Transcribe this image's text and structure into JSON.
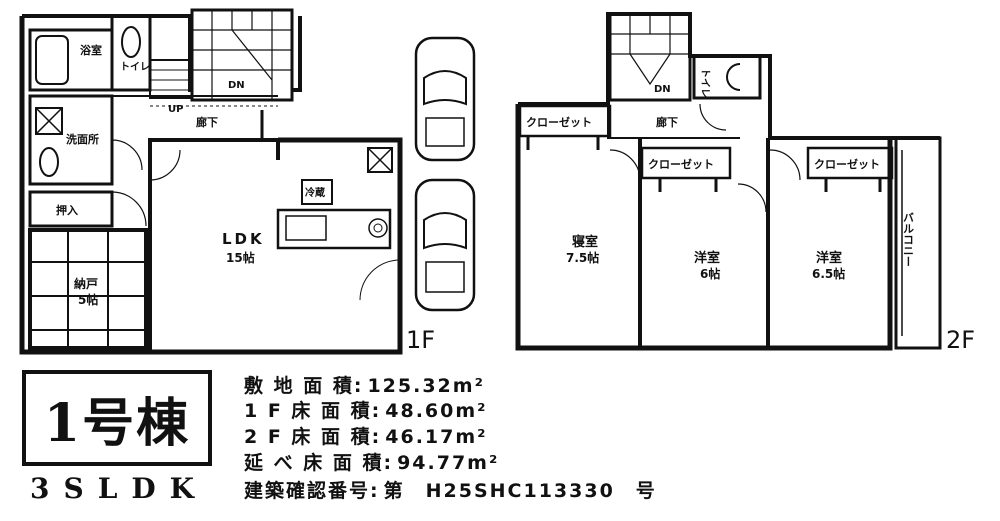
{
  "floor1": {
    "label": "1F",
    "rooms": {
      "bath": "浴室",
      "toilet": "トイレ",
      "up": "UP",
      "down": "DN",
      "hallway": "廊下",
      "washroom": "洗面所",
      "closet_oshiire": "押入",
      "storage_name": "納戸",
      "storage_size": "5帖",
      "ldk_name": "LDK",
      "ldk_size": "15帖",
      "fridge": "冷蔵"
    }
  },
  "floor2": {
    "label": "2F",
    "rooms": {
      "down": "DN",
      "toilet": "トイレ",
      "hallway": "廊下",
      "closet_1": "クローゼット",
      "closet_2": "クローゼット",
      "closet_3": "クローゼット",
      "bedroom_name": "寝室",
      "bedroom_size": "7.5帖",
      "western1_name": "洋室",
      "western1_size": "6帖",
      "western2_name": "洋室",
      "western2_size": "6.5帖",
      "balcony": "バルコニー"
    }
  },
  "building": {
    "title": "1号棟",
    "layout_type": "3SLDK"
  },
  "specs": [
    {
      "label": "敷 地 面 積:",
      "value": "125.32m²"
    },
    {
      "label": "1 F 床 面 積:",
      "value": "48.60m²"
    },
    {
      "label": "2 F 床 面 積:",
      "value": "46.17m²"
    },
    {
      "label": "延 べ 床 面 積:",
      "value": "94.77m²"
    },
    {
      "label": "建築確認番号:",
      "value": "第　H25SHC113330　号"
    }
  ]
}
